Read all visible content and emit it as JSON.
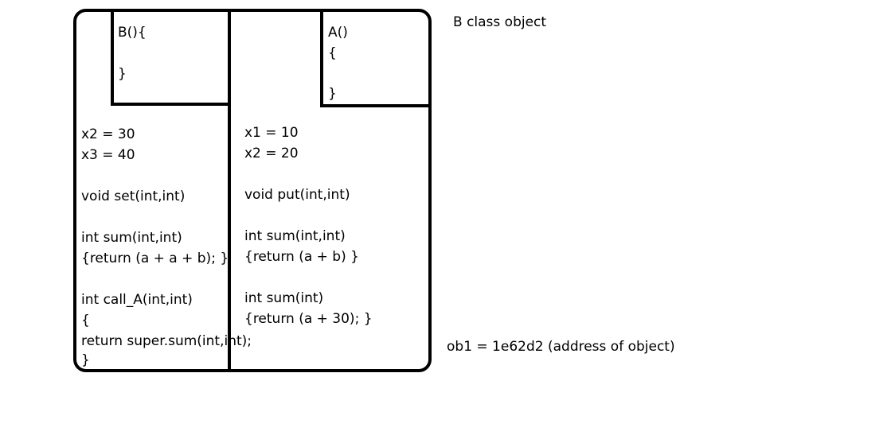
{
  "b_constructor": {
    "lines": [
      "B(){",
      "",
      "}"
    ]
  },
  "a_constructor": {
    "lines": [
      "A()",
      "{",
      "",
      "}"
    ]
  },
  "b_members": {
    "fields": [
      "x2 = 30",
      "x3 = 40"
    ],
    "set_method": "void set(int,int)",
    "sum_method": [
      "int sum(int,int)",
      "{return (a + a + b); }"
    ],
    "call_a_method": [
      "int call_A(int,int)",
      "{",
      "return super.sum(int,int);",
      "}"
    ]
  },
  "a_members": {
    "fields": [
      "x1 = 10",
      "x2 = 20"
    ],
    "put_method": "void put(int,int)",
    "sum_two_method": [
      "int sum(int,int)",
      "{return (a + b) }"
    ],
    "sum_one_method": [
      "int sum(int)",
      "{return (a + 30); }"
    ]
  },
  "labels": {
    "object_caption": "B class object",
    "reference_caption": "ob1 = 1e62d2 (address of object)"
  }
}
